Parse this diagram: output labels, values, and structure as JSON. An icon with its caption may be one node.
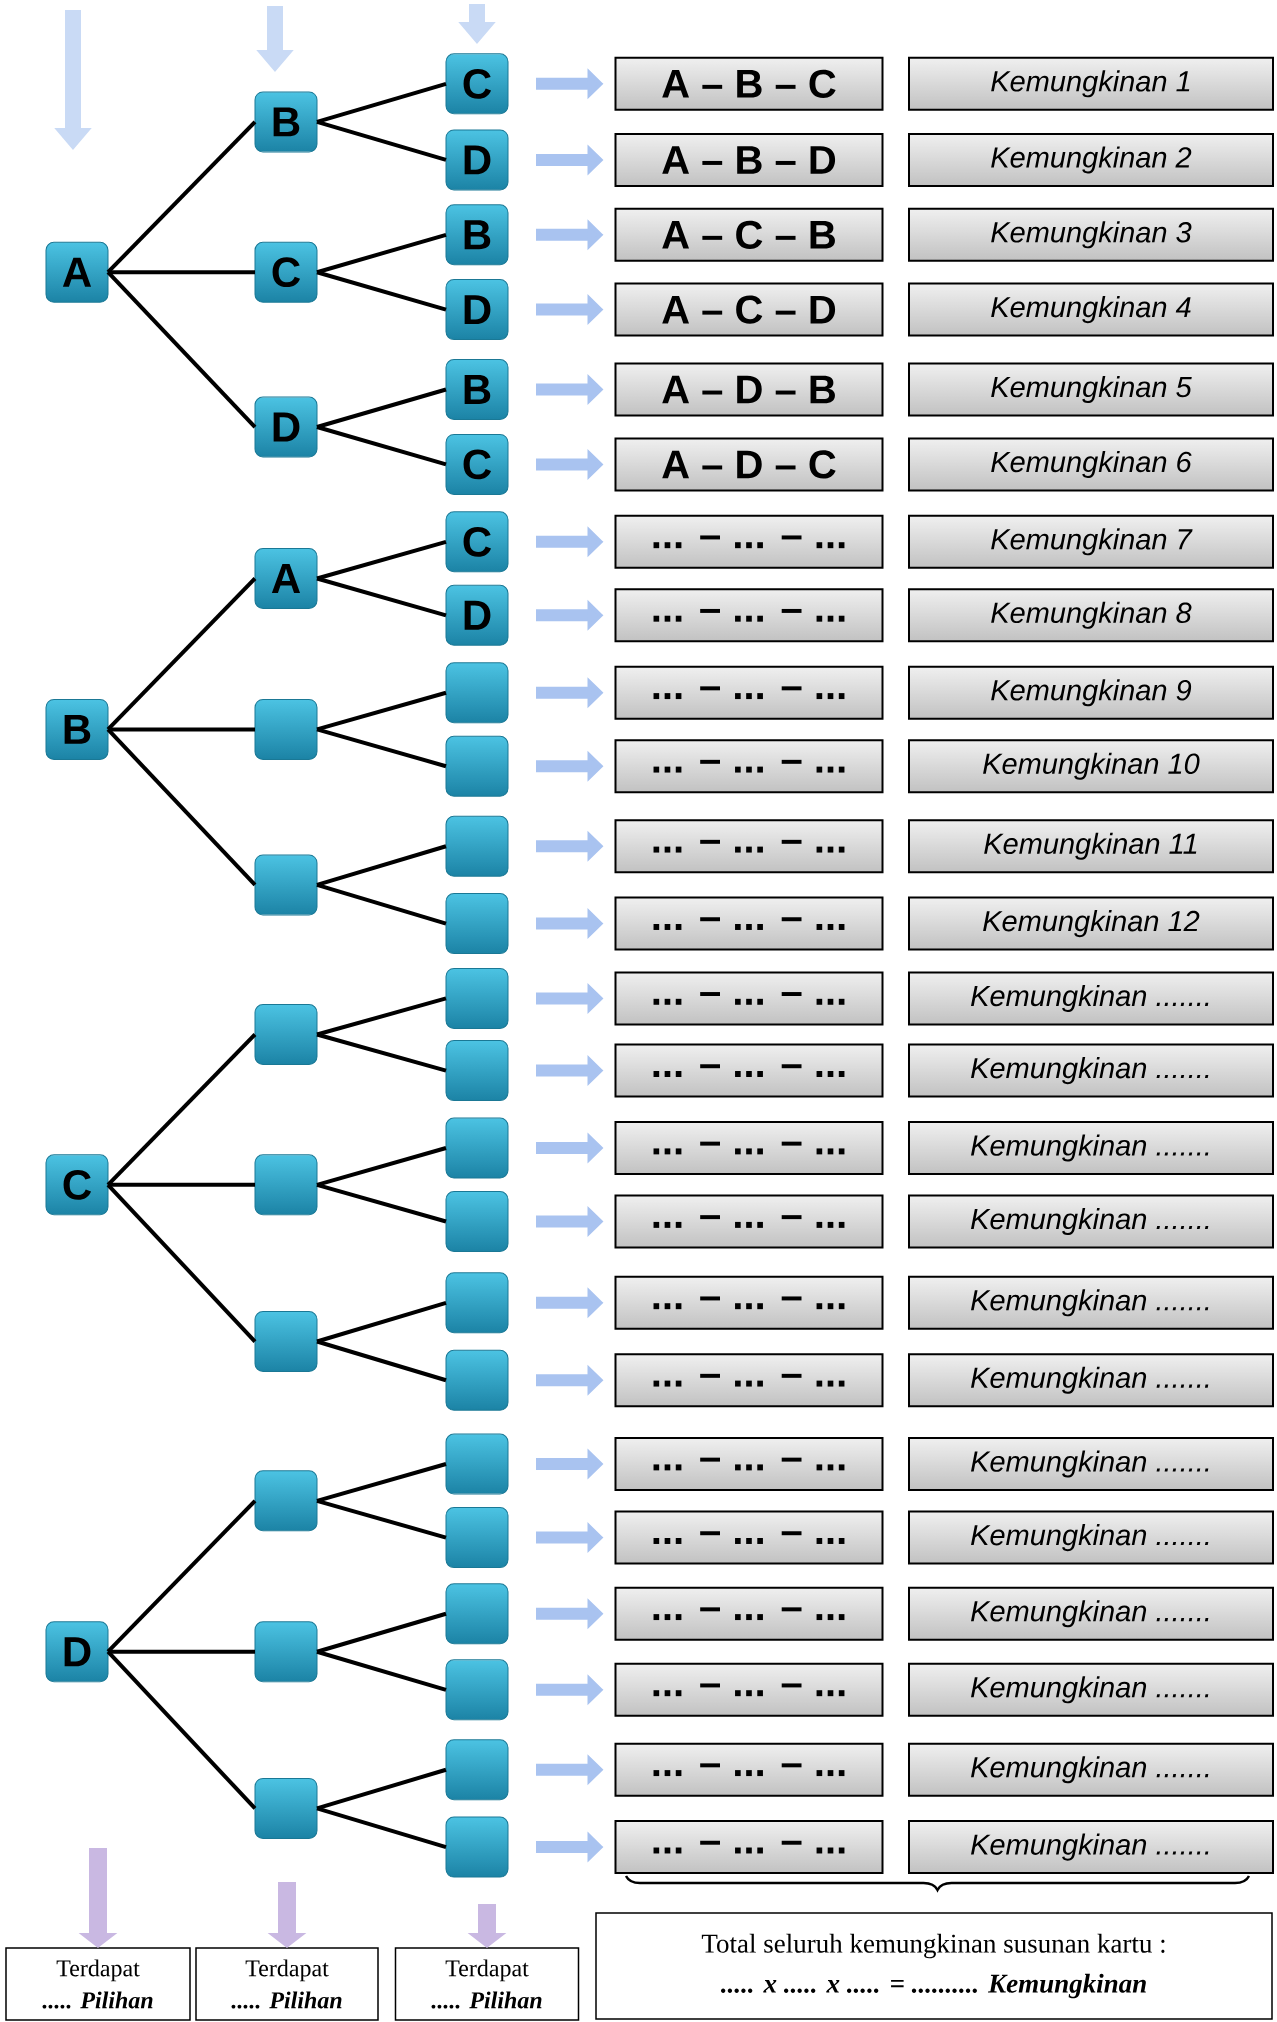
{
  "diagram": {
    "nodes": [
      {
        "text": [
          "A"
        ]
      },
      {
        "text": [
          "B"
        ]
      },
      {
        "text": [
          "C"
        ]
      },
      {
        "text": [
          "D"
        ]
      },
      {
        "text": [
          "B"
        ]
      },
      {
        "text": [
          "C"
        ]
      },
      {
        "text": [
          "D"
        ]
      },
      {
        "text": [
          "A"
        ]
      },
      {
        "text": [],
        "shape": "box"
      },
      {
        "text": [],
        "shape": "box"
      },
      {
        "text": [],
        "shape": "box"
      },
      {
        "text": [],
        "shape": "box"
      },
      {
        "text": [],
        "shape": "box"
      },
      {
        "text": [],
        "shape": "box"
      },
      {
        "text": [],
        "shape": "box"
      },
      {
        "text": [],
        "shape": "box"
      },
      {
        "text": [
          "C"
        ]
      },
      {
        "text": [
          "D"
        ]
      },
      {
        "text": [
          "B"
        ]
      },
      {
        "text": [
          "D"
        ]
      },
      {
        "text": [
          "B"
        ]
      },
      {
        "text": [
          "C"
        ]
      },
      {
        "text": [
          "C"
        ]
      },
      {
        "text": [
          "D"
        ]
      },
      {
        "text": [],
        "shape": "box"
      },
      {
        "text": [],
        "shape": "box"
      },
      {
        "text": [],
        "shape": "box"
      },
      {
        "text": [],
        "shape": "box"
      },
      {
        "text": [],
        "shape": "box"
      },
      {
        "text": [],
        "shape": "box"
      },
      {
        "text": [],
        "shape": "box"
      },
      {
        "text": [],
        "shape": "box"
      },
      {
        "text": [],
        "shape": "box"
      },
      {
        "text": [],
        "shape": "box"
      },
      {
        "text": [],
        "shape": "box"
      },
      {
        "text": [],
        "shape": "box"
      },
      {
        "text": [],
        "shape": "box"
      },
      {
        "text": [],
        "shape": "box"
      },
      {
        "text": [],
        "shape": "box"
      },
      {
        "text": [],
        "shape": "box"
      },
      {
        "text": [
          "A – B – C"
        ]
      },
      {
        "text": [
          "A – B – D"
        ]
      },
      {
        "text": [
          "A – C – B"
        ]
      },
      {
        "text": [
          "A – C – D"
        ]
      },
      {
        "text": [
          "A – D – B"
        ]
      },
      {
        "text": [
          "A – D – C"
        ]
      },
      {
        "text": [
          "... – ... – ..."
        ]
      },
      {
        "text": [
          "... – ... – ..."
        ]
      },
      {
        "text": [
          "... – ... – ..."
        ]
      },
      {
        "text": [
          "... – ... – ..."
        ]
      },
      {
        "text": [
          "... – ... – ..."
        ]
      },
      {
        "text": [
          "... – ... – ..."
        ]
      },
      {
        "text": [
          "... – ... – ..."
        ]
      },
      {
        "text": [
          "... – ... – ..."
        ]
      },
      {
        "text": [
          "... – ... – ..."
        ]
      },
      {
        "text": [
          "... – ... – ..."
        ]
      },
      {
        "text": [
          "... – ... – ..."
        ]
      },
      {
        "text": [
          "... – ... – ..."
        ]
      },
      {
        "text": [
          "... – ... – ..."
        ]
      },
      {
        "text": [
          "... – ... – ..."
        ]
      },
      {
        "text": [
          "... – ... – ..."
        ]
      },
      {
        "text": [
          "... – ... – ..."
        ]
      },
      {
        "text": [
          "... – ... – ..."
        ]
      },
      {
        "text": [
          "... – ... – ..."
        ]
      },
      {
        "text": [
          "Kemungkinan 1"
        ]
      },
      {
        "text": [
          "Kemungkinan 2"
        ]
      },
      {
        "text": [
          "Kemungkinan 3"
        ]
      },
      {
        "text": [
          "Kemungkinan 4"
        ]
      },
      {
        "text": [
          "Kemungkinan 5"
        ]
      },
      {
        "text": [
          "Kemungkinan 6"
        ]
      },
      {
        "text": [
          "Kemungkinan 7"
        ]
      },
      {
        "text": [
          "Kemungkinan 8"
        ]
      },
      {
        "text": [
          "Kemungkinan 9"
        ]
      },
      {
        "text": [
          "Kemungkinan 10"
        ]
      },
      {
        "text": [
          "Kemungkinan 11"
        ]
      },
      {
        "text": [
          "Kemungkinan 12"
        ]
      },
      {
        "text": [
          "Kemungkinan ......."
        ]
      },
      {
        "text": [
          "Kemungkinan ......."
        ]
      },
      {
        "text": [
          "Kemungkinan ......."
        ]
      },
      {
        "text": [
          "Kemungkinan ......."
        ]
      },
      {
        "text": [
          "Kemungkinan ......."
        ]
      },
      {
        "text": [
          "Kemungkinan ......."
        ]
      },
      {
        "text": [
          "Kemungkinan ......."
        ]
      },
      {
        "text": [
          "Kemungkinan ......."
        ]
      },
      {
        "text": [
          "Kemungkinan ......."
        ]
      },
      {
        "text": [
          "Kemungkinan ......."
        ]
      },
      {
        "text": [
          "Kemungkinan ......."
        ]
      },
      {
        "text": [
          "Kemungkinan ......."
        ]
      },
      {
        "text": [
          "Terdapat",
          "..... Pilihan"
        ]
      },
      {
        "text": [
          "Terdapat",
          "..... Pilihan"
        ]
      },
      {
        "text": [
          "Terdapat",
          "..... Pilihan"
        ]
      },
      {
        "text": [
          "Total seluruh kemungkinan susunan kartu :",
          "..... x ..... x ..... = .......... Kemungkinan"
        ]
      }
    ],
    "edges": [
      {
        "from": 0,
        "to": 4,
        "arrow": "none"
      },
      {
        "from": 0,
        "to": 5,
        "arrow": "none"
      },
      {
        "from": 0,
        "to": 6,
        "arrow": "none"
      },
      {
        "from": 1,
        "to": 7,
        "arrow": "none"
      },
      {
        "from": 1,
        "to": 8,
        "arrow": "none"
      },
      {
        "from": 1,
        "to": 9,
        "arrow": "none"
      },
      {
        "from": 2,
        "to": 10,
        "arrow": "none"
      },
      {
        "from": 2,
        "to": 11,
        "arrow": "none"
      },
      {
        "from": 2,
        "to": 12,
        "arrow": "none"
      },
      {
        "from": 3,
        "to": 13,
        "arrow": "none"
      },
      {
        "from": 3,
        "to": 14,
        "arrow": "none"
      },
      {
        "from": 3,
        "to": 15,
        "arrow": "none"
      },
      {
        "from": 4,
        "to": 16,
        "arrow": "none"
      },
      {
        "from": 4,
        "to": 17,
        "arrow": "none"
      },
      {
        "from": 5,
        "to": 18,
        "arrow": "none"
      },
      {
        "from": 5,
        "to": 19,
        "arrow": "none"
      },
      {
        "from": 6,
        "to": 20,
        "arrow": "none"
      },
      {
        "from": 6,
        "to": 21,
        "arrow": "none"
      },
      {
        "from": 7,
        "to": 22,
        "arrow": "none"
      },
      {
        "from": 7,
        "to": 23,
        "arrow": "none"
      },
      {
        "from": 8,
        "to": 24,
        "arrow": "none"
      },
      {
        "from": 8,
        "to": 25,
        "arrow": "none"
      },
      {
        "from": 9,
        "to": 26,
        "arrow": "none"
      },
      {
        "from": 9,
        "to": 27,
        "arrow": "none"
      },
      {
        "from": 10,
        "to": 28,
        "arrow": "none"
      },
      {
        "from": 10,
        "to": 29,
        "arrow": "none"
      },
      {
        "from": 11,
        "to": 30,
        "arrow": "none"
      },
      {
        "from": 11,
        "to": 31,
        "arrow": "none"
      },
      {
        "from": 12,
        "to": 32,
        "arrow": "none"
      },
      {
        "from": 12,
        "to": 33,
        "arrow": "none"
      },
      {
        "from": 13,
        "to": 34,
        "arrow": "none"
      },
      {
        "from": 13,
        "to": 35,
        "arrow": "none"
      },
      {
        "from": 14,
        "to": 36,
        "arrow": "none"
      },
      {
        "from": 14,
        "to": 37,
        "arrow": "none"
      },
      {
        "from": 15,
        "to": 38,
        "arrow": "none"
      },
      {
        "from": 15,
        "to": 39,
        "arrow": "none"
      },
      {
        "from": 16,
        "to": 40,
        "arrow": "to",
        "style": "thick",
        "color": "#a9c3f0"
      },
      {
        "from": 17,
        "to": 41,
        "arrow": "to",
        "style": "thick",
        "color": "#a9c3f0"
      },
      {
        "from": 18,
        "to": 42,
        "arrow": "to",
        "style": "thick",
        "color": "#a9c3f0"
      },
      {
        "from": 19,
        "to": 43,
        "arrow": "to",
        "style": "thick",
        "color": "#a9c3f0"
      },
      {
        "from": 20,
        "to": 44,
        "arrow": "to",
        "style": "thick",
        "color": "#a9c3f0"
      },
      {
        "from": 21,
        "to": 45,
        "arrow": "to",
        "style": "thick",
        "color": "#a9c3f0"
      },
      {
        "from": 22,
        "to": 46,
        "arrow": "to",
        "style": "thick",
        "color": "#a9c3f0"
      },
      {
        "from": 23,
        "to": 47,
        "arrow": "to",
        "style": "thick",
        "color": "#a9c3f0"
      },
      {
        "from": 24,
        "to": 48,
        "arrow": "to",
        "style": "thick",
        "color": "#a9c3f0"
      },
      {
        "from": 25,
        "to": 49,
        "arrow": "to",
        "style": "thick",
        "color": "#a9c3f0"
      },
      {
        "from": 26,
        "to": 50,
        "arrow": "to",
        "style": "thick",
        "color": "#a9c3f0"
      },
      {
        "from": 27,
        "to": 51,
        "arrow": "to",
        "style": "thick",
        "color": "#a9c3f0"
      },
      {
        "from": 28,
        "to": 52,
        "arrow": "to",
        "style": "thick",
        "color": "#a9c3f0"
      },
      {
        "from": 29,
        "to": 53,
        "arrow": "to",
        "style": "thick",
        "color": "#a9c3f0"
      },
      {
        "from": 30,
        "to": 54,
        "arrow": "to",
        "style": "thick",
        "color": "#a9c3f0"
      },
      {
        "from": 31,
        "to": 55,
        "arrow": "to",
        "style": "thick",
        "color": "#a9c3f0"
      },
      {
        "from": 32,
        "to": 56,
        "arrow": "to",
        "style": "thick",
        "color": "#a9c3f0"
      },
      {
        "from": 33,
        "to": 57,
        "arrow": "to",
        "style": "thick",
        "color": "#a9c3f0"
      },
      {
        "from": 34,
        "to": 58,
        "arrow": "to",
        "style": "thick",
        "color": "#a9c3f0"
      },
      {
        "from": 35,
        "to": 59,
        "arrow": "to",
        "style": "thick",
        "color": "#a9c3f0"
      },
      {
        "from": 36,
        "to": 60,
        "arrow": "to",
        "style": "thick",
        "color": "#a9c3f0"
      },
      {
        "from": 37,
        "to": 61,
        "arrow": "to",
        "style": "thick",
        "color": "#a9c3f0"
      },
      {
        "from": 38,
        "to": 62,
        "arrow": "to",
        "style": "thick",
        "color": "#a9c3f0"
      },
      {
        "from": 39,
        "to": 63,
        "arrow": "to",
        "style": "thick",
        "color": "#a9c3f0"
      },
      {
        "from": null,
        "to": 88,
        "arrow": "to",
        "style": "thick",
        "color": "#c9b8e2"
      },
      {
        "from": null,
        "to": 89,
        "arrow": "to",
        "style": "thick",
        "color": "#c9b8e2"
      },
      {
        "from": null,
        "to": 90,
        "arrow": "to",
        "style": "thick",
        "color": "#c9b8e2"
      }
    ]
  }
}
